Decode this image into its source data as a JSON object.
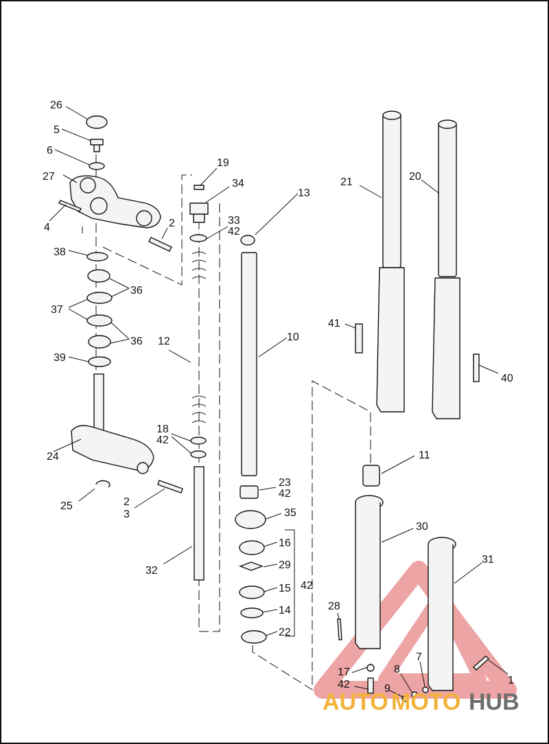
{
  "diagram": {
    "callouts": {
      "c26": "26",
      "c5": "5",
      "c6": "6",
      "c27": "27",
      "c4": "4",
      "c2a": "2",
      "c38": "38",
      "c36a": "36",
      "c37": "37",
      "c36b": "36",
      "c39": "39",
      "c24": "24",
      "c25": "25",
      "c2b": "2",
      "c3": "3",
      "c19": "19",
      "c34": "34",
      "c33": "33",
      "c42a": "42",
      "c12": "12",
      "c18": "18",
      "c42b": "42",
      "c32": "32",
      "c13": "13",
      "c10": "10",
      "c23": "23",
      "c42c": "42",
      "c35": "35",
      "c16": "16",
      "c29": "29",
      "c15": "15",
      "c42d": "42",
      "c14": "14",
      "c22": "22",
      "c21": "21",
      "c20": "20",
      "c41": "41",
      "c40": "40",
      "c11": "11",
      "c30": "30",
      "c31": "31",
      "c28": "28",
      "c17": "17",
      "c42e": "42",
      "c8": "8",
      "c7": "7",
      "c9": "9",
      "c1": "1"
    }
  },
  "watermark": {
    "part1": "AUTO",
    "part2": "MOTO",
    "part3": "HUB",
    "colors": {
      "red": "#e05a5a",
      "orange": "#f2b23a",
      "grey": "#6e6e6e"
    }
  },
  "colors": {
    "border": "#111111",
    "background": "#ffffff"
  }
}
